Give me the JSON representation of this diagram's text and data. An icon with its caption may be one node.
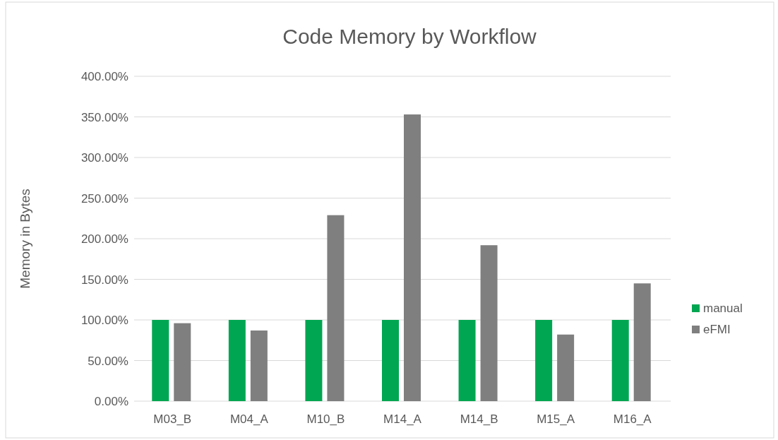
{
  "diagram": {
    "chart_data": {
      "type": "bar",
      "title": "Code Memory by Workflow",
      "ylabel": "Memory in Bytes",
      "categories": [
        "M03_B",
        "M04_A",
        "M10_B",
        "M14_A",
        "M14_B",
        "M15_A",
        "M16_A"
      ],
      "series": [
        {
          "name": "manual",
          "color": "#00a651",
          "values": [
            100,
            100,
            100,
            100,
            100,
            100,
            100
          ]
        },
        {
          "name": "eFMI",
          "color": "#7f7f7f",
          "values": [
            96,
            87,
            229,
            353,
            192,
            82,
            145
          ]
        }
      ],
      "ylim": [
        0,
        400
      ],
      "grid": true,
      "legend": "right",
      "yticks": [
        {
          "value": 0,
          "label": "0.00%"
        },
        {
          "value": 50,
          "label": "50.00%"
        },
        {
          "value": 100,
          "label": "100.00%"
        },
        {
          "value": 150,
          "label": "150.00%"
        },
        {
          "value": 200,
          "label": "200.00%"
        },
        {
          "value": 250,
          "label": "250.00%"
        },
        {
          "value": 300,
          "label": "300.00%"
        },
        {
          "value": 350,
          "label": "350.00%"
        },
        {
          "value": 400,
          "label": "400.00%"
        }
      ]
    }
  }
}
